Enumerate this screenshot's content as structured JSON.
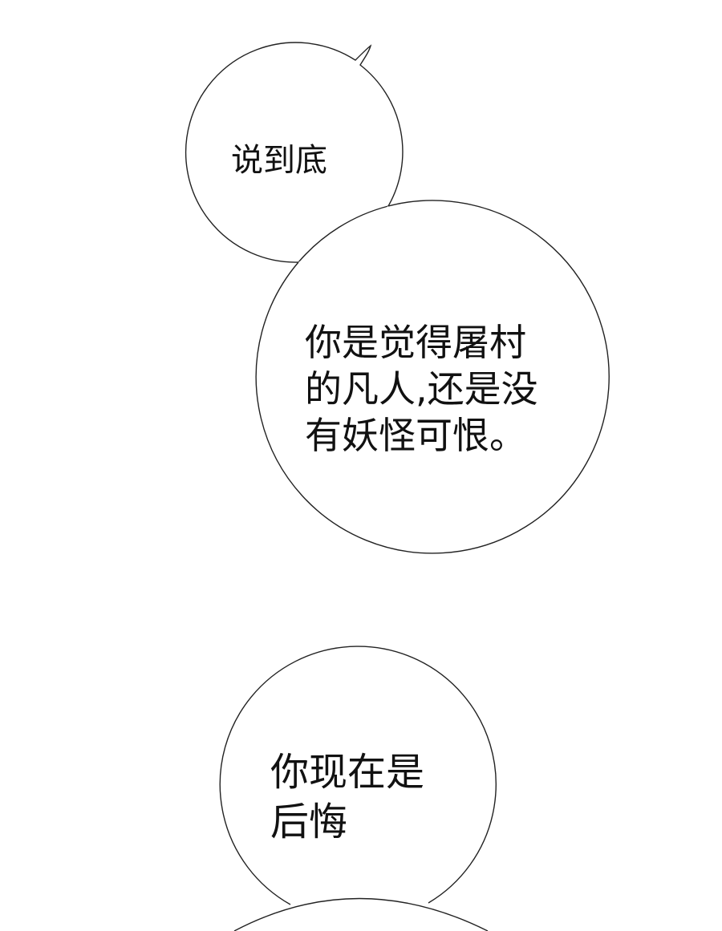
{
  "panel": {
    "background": "#ffffff",
    "stroke": "#222222"
  },
  "bubbles": [
    {
      "text": "说到底"
    },
    {
      "text": "你是觉得屠村\n的凡人,还是没\n有妖怪可恨。"
    },
    {
      "text": "你现在是\n后悔"
    },
    {
      "text": ""
    }
  ]
}
